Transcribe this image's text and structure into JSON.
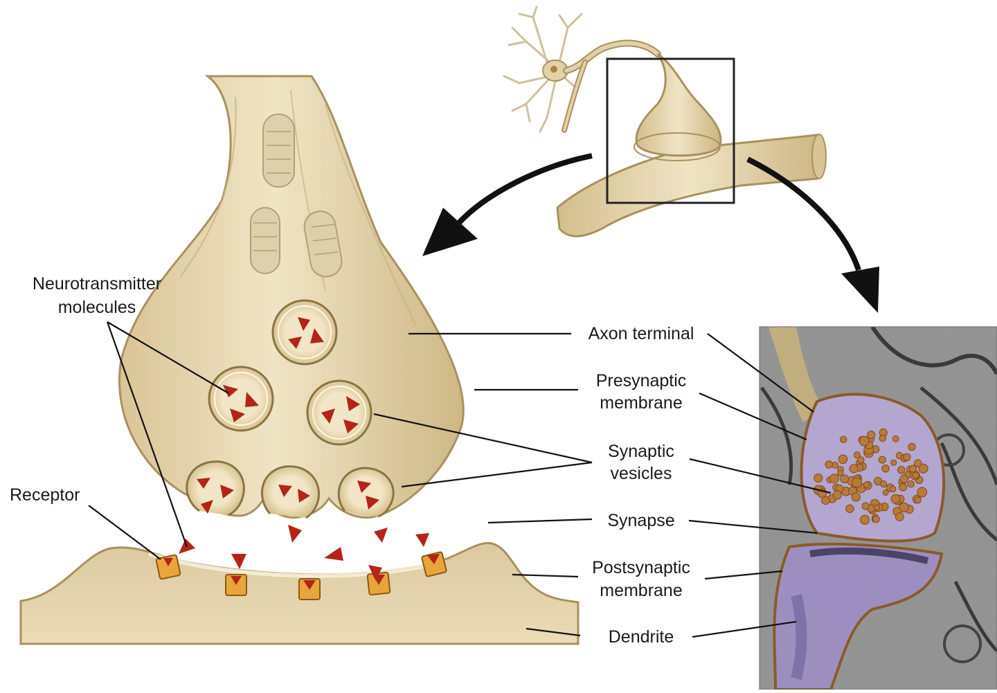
{
  "labels": {
    "neurotransmitter_line1": "Neurotransmitter",
    "neurotransmitter_line2": "molecules",
    "receptor": "Receptor",
    "axon_terminal": "Axon terminal",
    "presynaptic_line1": "Presynaptic",
    "presynaptic_line2": "membrane",
    "synaptic_vesicles_line1": "Synaptic",
    "synaptic_vesicles_line2": "vesicles",
    "synapse": "Synapse",
    "postsynaptic_line1": "Postsynaptic",
    "postsynaptic_line2": "membrane",
    "dendrite": "Dendrite"
  },
  "colors": {
    "cell_fill": "#e2d2a8",
    "cell_edge": "#a8915e",
    "cell_highlight": "#f3ead0",
    "neurotransmitter": "#b42418",
    "receptor": "#e8a53c",
    "em_vesicle": "#b87a3c",
    "em_membrane_fill": "#b3a6cf",
    "arrow": "#111111"
  }
}
